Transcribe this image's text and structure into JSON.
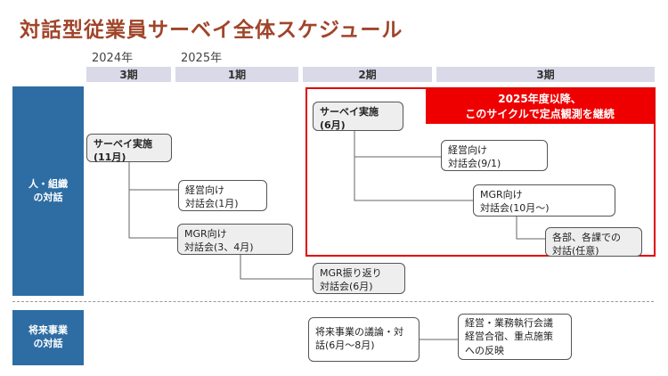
{
  "title": "対話型従業員サーベイ全体スケジュール",
  "years": [
    "2024年",
    "2025年"
  ],
  "periods": [
    "3期",
    "1期",
    "2期",
    "3期"
  ],
  "rows": [
    {
      "label": "人・組織\nの対話"
    },
    {
      "label": "将来事業\nの対話"
    }
  ],
  "highlight": {
    "banner": "2025年度以降、\nこのサイクルで定点観測を継続",
    "color": "#ee0000"
  },
  "boxes": {
    "survey_nov": "サーベイ実施\n(11月)",
    "mgmt_jan": "経営向け\n対話会(1月)",
    "mgr_mar": "MGR向け\n対話会(3、4月)",
    "mgr_review": "MGR振り返り\n対話会(6月)",
    "survey_jun": "サーベイ実施\n(6月)",
    "mgmt_sep": "経営向け\n対話会(9/1)",
    "mgr_oct": "MGR向け\n対話会(10月～)",
    "dept_dialog": "各部、各課での\n対話(任意)",
    "future_discussion": "将来事業の議論・対\n話(6月～8月)",
    "exec_meeting": "経営・業務執行会議\n経営合宿、重点施策\nへの反映"
  },
  "colors": {
    "title": "#a0452a",
    "row_label_bg": "#2e6da4",
    "period_bg": "#d9d9e8"
  }
}
